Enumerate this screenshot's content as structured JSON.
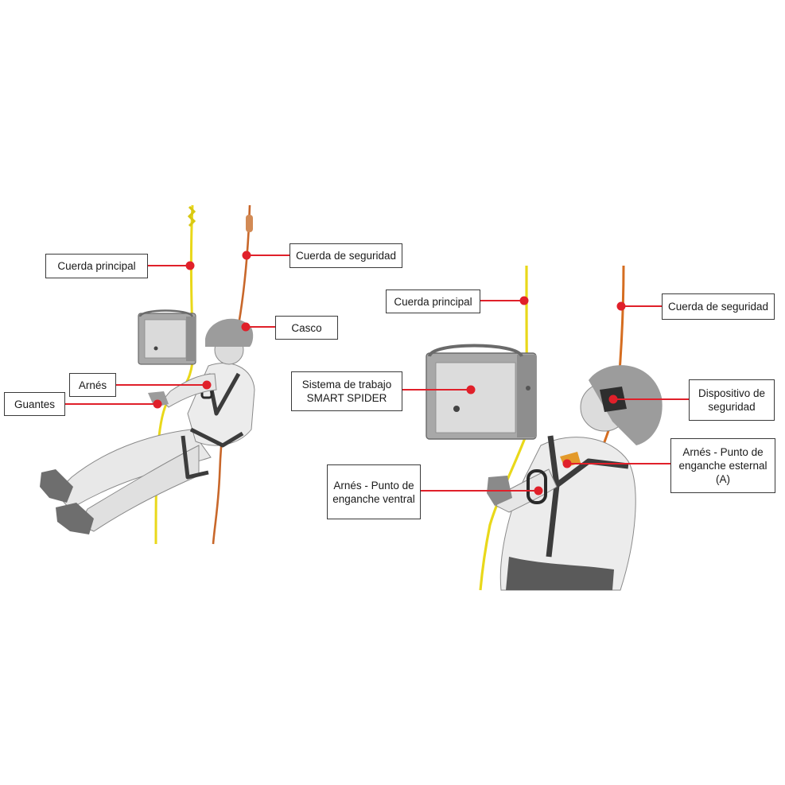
{
  "colors": {
    "leader": "#e0202a",
    "main_rope": "#e9d81a",
    "safety_rope": "#c8672a",
    "suit": "#e8e8e8",
    "harness": "#3c3c3c",
    "device_body": "#a8a8a8"
  },
  "left_figure": {
    "labels": {
      "cuerda_principal": "Cuerda principal",
      "cuerda_seguridad": "Cuerda de seguridad",
      "casco": "Casco",
      "arnes": "Arnés",
      "guantes": "Guantes"
    }
  },
  "right_figure": {
    "labels": {
      "cuerda_principal": "Cuerda principal",
      "cuerda_seguridad": "Cuerda de seguridad",
      "sistema": "Sistema de trabajo\nSMART SPIDER",
      "dispositivo": "Dispositivo de\nseguridad",
      "arnes_esternal": "Arnés - Punto de\nenganche esternal\n(A)",
      "arnes_ventral": "Arnés - Punto de\nenganche ventral"
    }
  }
}
